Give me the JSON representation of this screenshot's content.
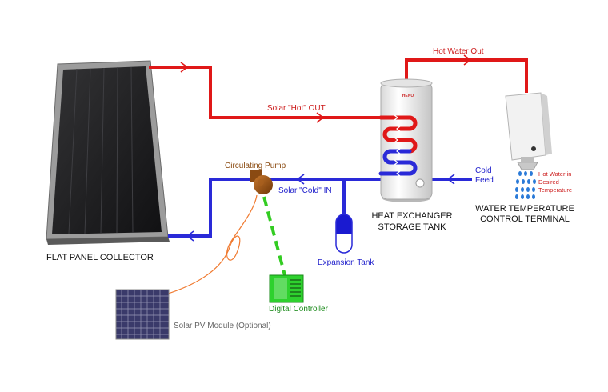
{
  "labels": {
    "collector": "FLAT PANEL COLLECTOR",
    "solar_hot_out": "Solar \"Hot\" OUT",
    "hot_water_out": "Hot Water Out",
    "circulating_pump": "Circulating Pump",
    "solar_cold_in": "Solar \"Cold\" IN",
    "cold_feed_1": "Cold",
    "cold_feed_2": "Feed",
    "tank_1": "HEAT EXCHANGER",
    "tank_2": "STORAGE TANK",
    "terminal_1": "WATER TEMPERATURE",
    "terminal_2": "CONTROL TERMINAL",
    "hot_desired_1": "Hot Water in",
    "hot_desired_2": "Desired",
    "hot_desired_3": "Temperature",
    "expansion_tank": "Expansion Tank",
    "digital_controller": "Digital Controller",
    "pv_module": "Solar PV Module (Optional)",
    "tank_brand": "HENO"
  },
  "colors": {
    "hot_pipe": "#e01818",
    "cold_pipe": "#2a2ad8",
    "hot_label": "#cc1a1a",
    "cold_label": "#2222cc",
    "pump_label": "#8a4a10",
    "controller": "#22cc22",
    "controller_label": "#1a8a1a",
    "pv_wire": "#f07a30",
    "pv_label": "#666666"
  }
}
